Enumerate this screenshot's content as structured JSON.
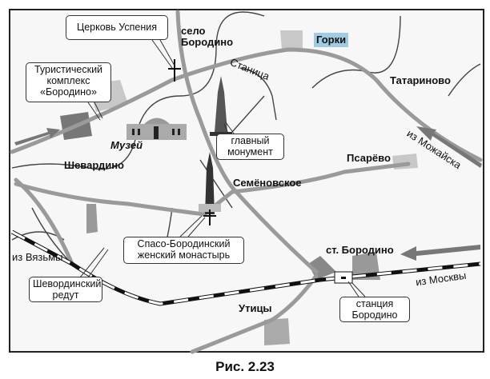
{
  "places": {
    "selo_borodino_1": "село",
    "selo_borodino_2": "Бородино",
    "gorki": "Горки",
    "stanitsa": "Станица",
    "tatarinovo": "Татариново",
    "muzey": "Музей",
    "shevardino": "Шевардино",
    "psarevo": "Псарёво",
    "iz_mozhaiska": "из Можайска",
    "semenovskoe": "Семёновское",
    "st_borodino": "ст. Бородино",
    "iz_vyazmy": "из Вязьмы",
    "iz_moskvy": "из Москвы",
    "utitsy": "Утицы"
  },
  "callouts": {
    "church": [
      "Церковь Успения"
    ],
    "tourist": [
      "Туристический",
      "комплекс",
      "«Бородино»"
    ],
    "monument": [
      "главный",
      "монумент"
    ],
    "monastery": [
      "Спасо-Бородинский",
      "женский монастырь"
    ],
    "redoubt": [
      "Шевординский",
      "редут"
    ],
    "station": [
      "станция",
      "Бородино"
    ]
  },
  "caption": "Рис. 2.23",
  "colors": {
    "highlight": "#9fcbe3",
    "road": "#9a9a9a",
    "river": "#444444"
  }
}
